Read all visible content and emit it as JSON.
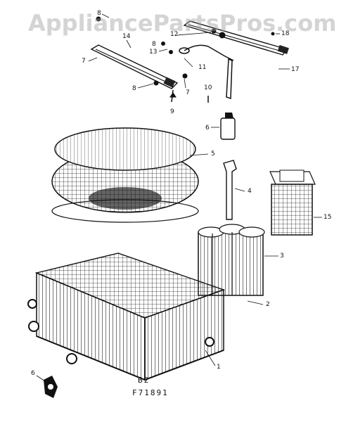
{
  "watermark": "AppliancePartsPros.com",
  "diagram_code_top": "B2",
  "diagram_code_bottom": "F71891",
  "callouts": {
    "c8a": "8",
    "c8b": "8",
    "c8c": "8",
    "c14": "14",
    "c13": "13",
    "c7a": "7",
    "c7b": "7",
    "c12": "12",
    "c11": "11",
    "c18": "18",
    "c17": "17",
    "c9": "9",
    "c10": "10",
    "c6a": "6",
    "c5": "5",
    "c4": "4",
    "c15": "15",
    "c3": "3",
    "c2": "2",
    "c1": "1",
    "c6b": "6"
  }
}
